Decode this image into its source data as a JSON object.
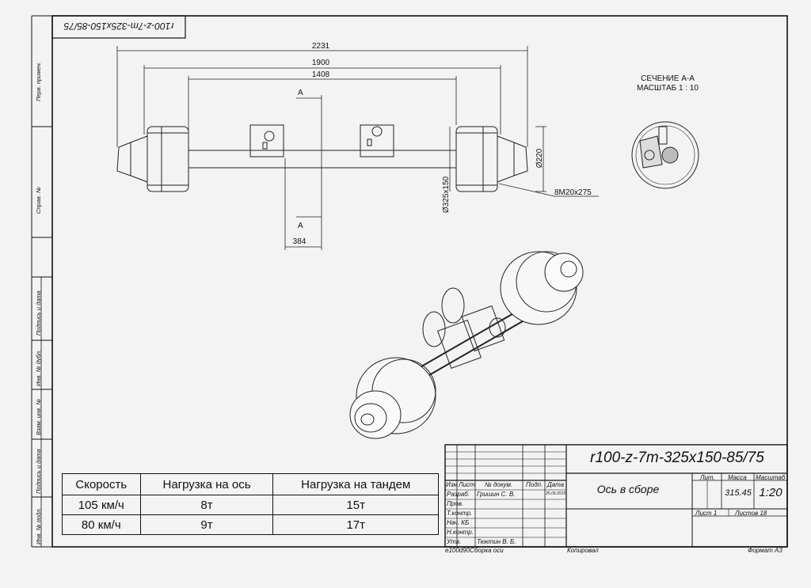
{
  "drawing": {
    "designation": "r100-z-7m-325x150-85/75",
    "designation_mirror": "r100-z-7m-325x150-85/75",
    "title": "Ось в сборе",
    "mass": "315.45",
    "scale": "1:20",
    "sheet": "Лист 1",
    "sheets": "Листов 18",
    "format": "Формат А3",
    "copied_by": "Копировал",
    "file_name": "e100d90Сборка оси",
    "date": "25.09.2015"
  },
  "dimensions": {
    "overall": "2231",
    "track": "1900",
    "spring_base": "1408",
    "offset": "384",
    "hub_diameter": "Ø220",
    "brake_drum": "Ø325x150",
    "studs": "8M20x275",
    "section_mark": "А"
  },
  "section_view": {
    "title": "СЕЧЕНИЕ А-А",
    "scale": "МАСШТАБ 1 : 10"
  },
  "side_stamp": [
    "Перв. примен.",
    "Справ. №",
    "Подпись и дата",
    "Инв. № дубл.",
    "Взам. инв. №",
    "Подпись и дата",
    "Инв. № подл."
  ],
  "title_block": {
    "col_headers": [
      "Изм",
      "Лист",
      "№ докум.",
      "Подп.",
      "Дата"
    ],
    "rows": [
      "Разраб.",
      "Пров.",
      "Т.контр.",
      "Нач. КБ",
      "Н.контр.",
      "Утв."
    ],
    "developer": "Гришин С. В.",
    "approver": "Тюктин В. Б.",
    "lit_label": "Лит.",
    "mass_label": "Масса",
    "scale_label": "Масштаб"
  },
  "spec_table": {
    "headers": [
      "Скорость",
      "Нагрузка на ось",
      "Нагрузка на тандем"
    ],
    "rows": [
      [
        "105 км/ч",
        "8т",
        "15т"
      ],
      [
        "80 км/ч",
        "9т",
        "17т"
      ]
    ]
  }
}
